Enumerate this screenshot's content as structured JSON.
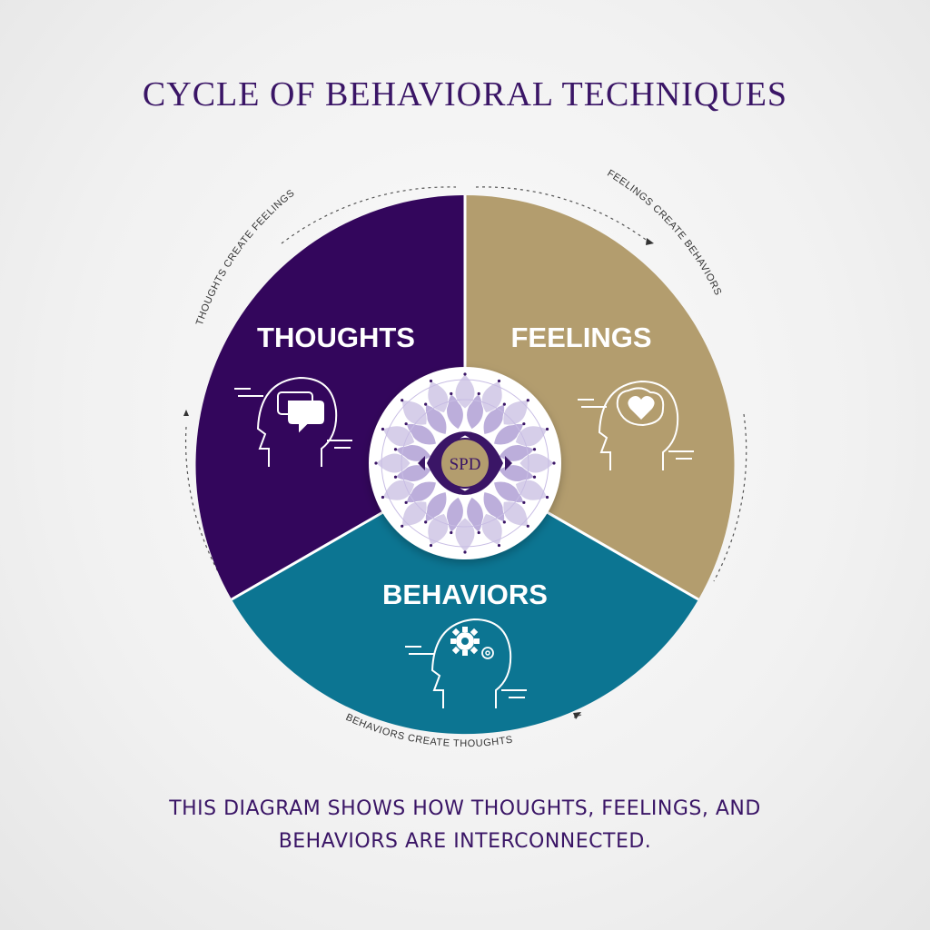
{
  "title": "CYCLE OF BEHAVIORAL TECHNIQUES",
  "segments": {
    "thoughts": {
      "label": "THOUGHTS",
      "color": "#33065c",
      "icon": "head-chat-bubbles-icon"
    },
    "feelings": {
      "label": "FEELINGS",
      "color": "#b39d6e",
      "icon": "head-heart-icon"
    },
    "behaviors": {
      "label": "BEHAVIORS",
      "color": "#0c7592",
      "icon": "head-gears-icon"
    }
  },
  "cycle_labels": {
    "thoughts_to_feelings": "THOUGHTS CREATE FEELINGS",
    "feelings_to_behaviors": "FEELINGS CREATE BEHAVIORS",
    "behaviors_to_thoughts": "BEHAVIORS CREATE THOUGHTS"
  },
  "center": {
    "logo_text": "SPD",
    "accent": "#a593cf"
  },
  "caption": {
    "line1": "THIS DIAGRAM SHOWS HOW THOUGHTS, FEELINGS, AND",
    "line2": "BEHAVIORS ARE INTERCONNECTED."
  }
}
